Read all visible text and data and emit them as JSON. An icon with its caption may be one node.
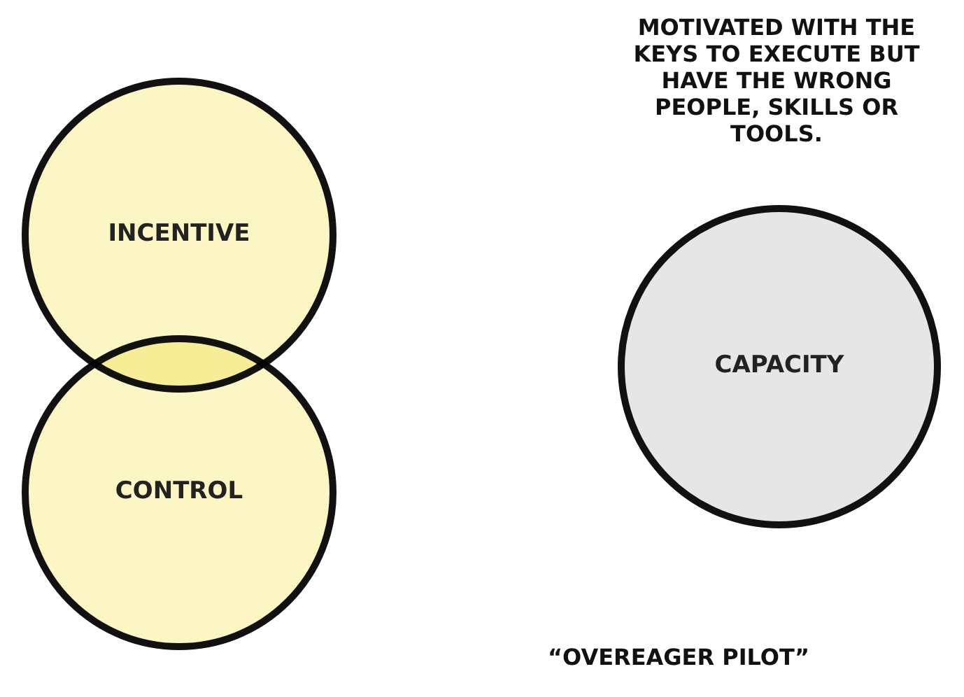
{
  "diagram": {
    "nodes": [
      {
        "text": [
          "INCENTIVE"
        ]
      },
      {
        "text": [
          "CONTROL"
        ]
      },
      {
        "text": [
          "CAPACITY"
        ]
      }
    ],
    "labels": [
      "MOTIVATED WITH THE KEYS TO EXECUTE BUT HAVE THE WRONG PEOPLE, SKILLS OR TOOLS.",
      "“OVEREAGER PILOT”"
    ]
  }
}
